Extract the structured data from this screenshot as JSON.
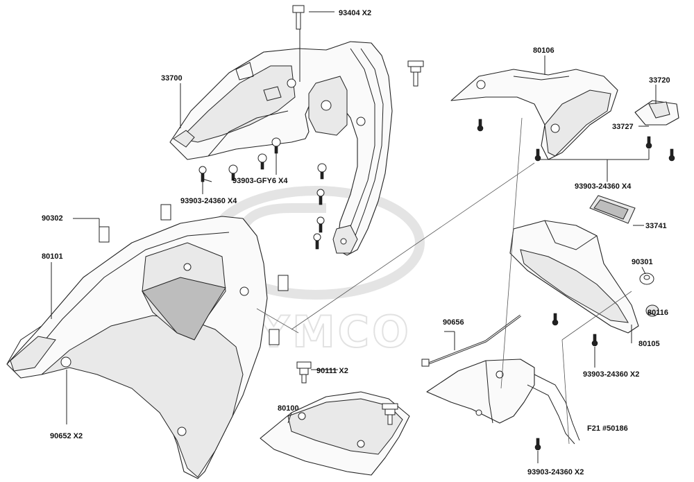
{
  "watermark": "KYMCO",
  "labels": {
    "l93404": "93404  X2",
    "l33700": "33700",
    "l93903gfy6": "93903-GFY6  X4",
    "l93903left": "93903-24360  X4",
    "l90302": "90302",
    "l80101": "80101",
    "l90652": "90652  X2",
    "l90111": "90111  X2",
    "l80100": "80100",
    "l80106": "80106",
    "l33720": "33720",
    "l33727": "33727",
    "l93903right": "93903-24360  X4",
    "l33741": "33741",
    "l90301": "90301",
    "l80116": "80116",
    "l80105": "80105",
    "l90656": "90656",
    "l93903mid": "93903-24360  X2",
    "lf21": "F21 #50186",
    "l93903bottom": "93903-24360  X2"
  },
  "colors": {
    "line": "#222222",
    "watermark": "#e2e2e2",
    "background": "#ffffff"
  }
}
